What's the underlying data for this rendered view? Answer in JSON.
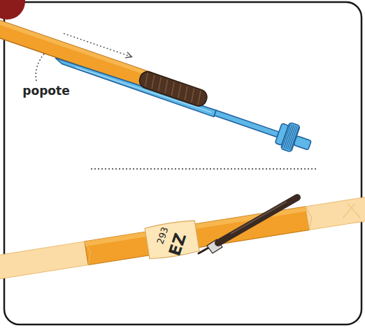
{
  "diagram": {
    "labels": [
      "popote",
      "293",
      "EZ"
    ]
  }
}
